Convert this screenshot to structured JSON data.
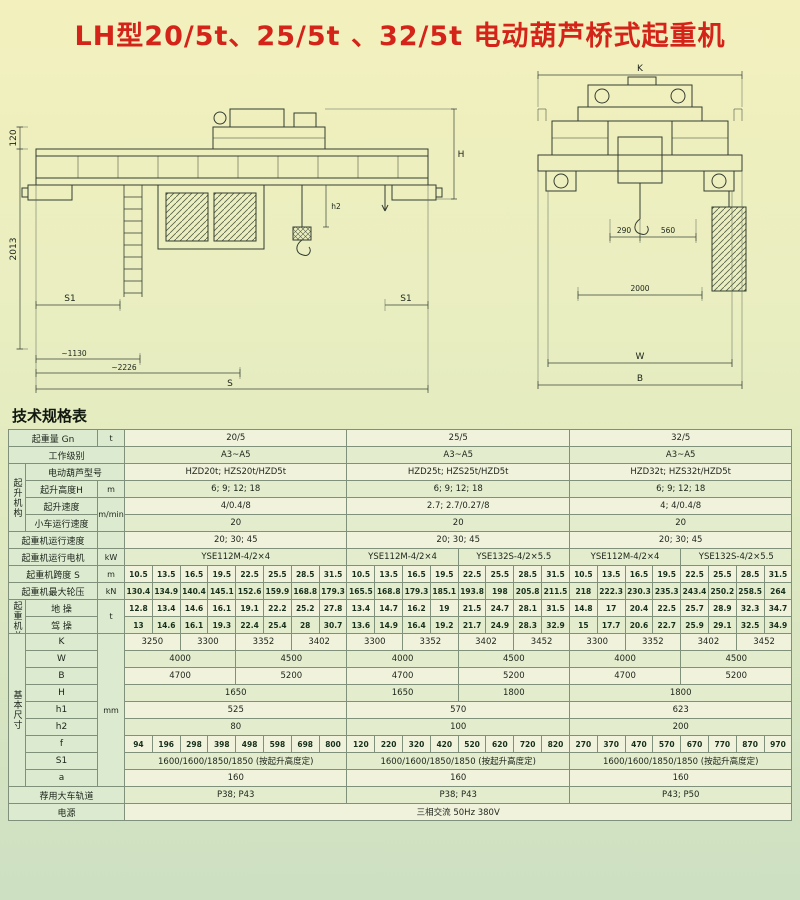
{
  "page": {
    "title": "LH型20/5t、25/5t 、32/5t 电动葫芦桥式起重机",
    "table_heading": "技术规格表"
  },
  "colors": {
    "title_red": "#d42318",
    "bg_top": "#f3f0bd",
    "bg_bottom": "#cde0c2",
    "table_border": "#7f917a",
    "cell_green": "#dcead0",
    "cell_cream": "#f0f2dc"
  },
  "drawings": {
    "left": {
      "d120": "120",
      "d2013": "2013",
      "s1": "S1",
      "h2": "h2",
      "a1130": "~1130",
      "a2226": "~2226",
      "s": "S",
      "h": "H"
    },
    "right": {
      "k": "K",
      "d290": "290",
      "d560": "560",
      "d2000": "2000",
      "w": "W",
      "b": "B"
    }
  },
  "table": {
    "rows": [
      [
        {
          "t": "起重量 Gn",
          "c": 2,
          "k": "l"
        },
        {
          "t": "t",
          "k": "u"
        },
        {
          "t": "20/5",
          "c": 8,
          "k": "v"
        },
        {
          "t": "25/5",
          "c": 8,
          "k": "v"
        },
        {
          "t": "32/5",
          "c": 8,
          "k": "v"
        }
      ],
      [
        {
          "t": "工作级别",
          "c": 3,
          "k": "l"
        },
        {
          "t": "A3~A5",
          "c": 8,
          "k": "v"
        },
        {
          "t": "A3~A5",
          "c": 8,
          "k": "v"
        },
        {
          "t": "A3~A5",
          "c": 8,
          "k": "v"
        }
      ],
      [
        {
          "t": "起升机构",
          "r": 4,
          "k": "g"
        },
        {
          "t": "电动葫芦型号",
          "c": 2,
          "k": "l"
        },
        {
          "t": "HZD20t; HZS20t/HZD5t",
          "c": 8,
          "k": "v"
        },
        {
          "t": "HZD25t; HZS25t/HZD5t",
          "c": 8,
          "k": "v"
        },
        {
          "t": "HZD32t; HZS32t/HZD5t",
          "c": 8,
          "k": "v"
        }
      ],
      [
        {
          "t": "起升高度H",
          "k": "l"
        },
        {
          "t": "m",
          "k": "u"
        },
        {
          "t": "6; 9; 12; 18",
          "c": 8,
          "k": "v"
        },
        {
          "t": "6; 9; 12; 18",
          "c": 8,
          "k": "v"
        },
        {
          "t": "6; 9; 12; 18",
          "c": 8,
          "k": "v"
        }
      ],
      [
        {
          "t": "起升速度",
          "k": "l"
        },
        {
          "t": "m/min",
          "r": 2,
          "k": "u"
        },
        {
          "t": "4/0.4/8",
          "c": 8,
          "k": "v"
        },
        {
          "t": "2.7; 2.7/0.27/8",
          "c": 8,
          "k": "v"
        },
        {
          "t": "4; 4/0.4/8",
          "c": 8,
          "k": "v"
        }
      ],
      [
        {
          "t": "小车运行速度",
          "k": "l"
        },
        {
          "t": "20",
          "c": 8,
          "k": "v"
        },
        {
          "t": "20",
          "c": 8,
          "k": "v"
        },
        {
          "t": "20",
          "c": 8,
          "k": "v"
        }
      ],
      [
        {
          "t": "起重机运行速度",
          "c": 2,
          "k": "l"
        },
        {
          "t": "",
          "k": "u"
        },
        {
          "t": "20; 30; 45",
          "c": 8,
          "k": "v"
        },
        {
          "t": "20; 30; 45",
          "c": 8,
          "k": "v"
        },
        {
          "t": "20; 30; 45",
          "c": 8,
          "k": "v"
        }
      ],
      [
        {
          "t": "起重机运行电机",
          "c": 2,
          "k": "l"
        },
        {
          "t": "kW",
          "k": "u"
        },
        {
          "t": "YSE112M-4/2×4",
          "c": 8,
          "k": "v"
        },
        {
          "t": "YSE112M-4/2×4",
          "c": 4,
          "k": "v"
        },
        {
          "t": "YSE132S-4/2×5.5",
          "c": 4,
          "k": "v"
        },
        {
          "t": "YSE112M-4/2×4",
          "c": 4,
          "k": "v"
        },
        {
          "t": "YSE132S-4/2×5.5",
          "c": 4,
          "k": "v"
        }
      ],
      [
        {
          "t": "起重机跨度 S",
          "c": 2,
          "k": "l"
        },
        {
          "t": "m",
          "k": "u"
        },
        {
          "t": "10.5"
        },
        {
          "t": "13.5"
        },
        {
          "t": "16.5"
        },
        {
          "t": "19.5"
        },
        {
          "t": "22.5"
        },
        {
          "t": "25.5"
        },
        {
          "t": "28.5"
        },
        {
          "t": "31.5"
        },
        {
          "t": "10.5"
        },
        {
          "t": "13.5"
        },
        {
          "t": "16.5"
        },
        {
          "t": "19.5"
        },
        {
          "t": "22.5"
        },
        {
          "t": "25.5"
        },
        {
          "t": "28.5"
        },
        {
          "t": "31.5"
        },
        {
          "t": "10.5"
        },
        {
          "t": "13.5"
        },
        {
          "t": "16.5"
        },
        {
          "t": "19.5"
        },
        {
          "t": "22.5"
        },
        {
          "t": "25.5"
        },
        {
          "t": "28.5"
        },
        {
          "t": "31.5"
        }
      ],
      [
        {
          "t": "起重机最大轮压",
          "c": 2,
          "k": "l"
        },
        {
          "t": "kN",
          "k": "u"
        },
        {
          "t": "130.4"
        },
        {
          "t": "134.9"
        },
        {
          "t": "140.4"
        },
        {
          "t": "145.1"
        },
        {
          "t": "152.6"
        },
        {
          "t": "159.9"
        },
        {
          "t": "168.8"
        },
        {
          "t": "179.3"
        },
        {
          "t": "165.5"
        },
        {
          "t": "168.8"
        },
        {
          "t": "179.3"
        },
        {
          "t": "185.1"
        },
        {
          "t": "193.8"
        },
        {
          "t": "198"
        },
        {
          "t": "205.8"
        },
        {
          "t": "211.5"
        },
        {
          "t": "218"
        },
        {
          "t": "222.3"
        },
        {
          "t": "230.3"
        },
        {
          "t": "235.3"
        },
        {
          "t": "243.4"
        },
        {
          "t": "250.2"
        },
        {
          "t": "258.5"
        },
        {
          "t": "264"
        }
      ],
      [
        {
          "t": "起重机总重",
          "r": 2,
          "k": "g"
        },
        {
          "t": "地 操",
          "k": "l"
        },
        {
          "t": "t",
          "r": 2,
          "k": "u"
        },
        {
          "t": "12.8"
        },
        {
          "t": "13.4"
        },
        {
          "t": "14.6"
        },
        {
          "t": "16.1"
        },
        {
          "t": "19.1"
        },
        {
          "t": "22.2"
        },
        {
          "t": "25.2"
        },
        {
          "t": "27.8"
        },
        {
          "t": "13.4"
        },
        {
          "t": "14.7"
        },
        {
          "t": "16.2"
        },
        {
          "t": "19"
        },
        {
          "t": "21.5"
        },
        {
          "t": "24.7"
        },
        {
          "t": "28.1"
        },
        {
          "t": "31.5"
        },
        {
          "t": "14.8"
        },
        {
          "t": "17"
        },
        {
          "t": "20.4"
        },
        {
          "t": "22.5"
        },
        {
          "t": "25.7"
        },
        {
          "t": "28.9"
        },
        {
          "t": "32.3"
        },
        {
          "t": "34.7"
        }
      ],
      [
        {
          "t": "驾 操",
          "k": "l"
        },
        {
          "t": "13"
        },
        {
          "t": "14.6"
        },
        {
          "t": "16.1"
        },
        {
          "t": "19.3"
        },
        {
          "t": "22.4"
        },
        {
          "t": "25.4"
        },
        {
          "t": "28"
        },
        {
          "t": "30.7"
        },
        {
          "t": "13.6"
        },
        {
          "t": "14.9"
        },
        {
          "t": "16.4"
        },
        {
          "t": "19.2"
        },
        {
          "t": "21.7"
        },
        {
          "t": "24.9"
        },
        {
          "t": "28.3"
        },
        {
          "t": "32.9"
        },
        {
          "t": "15"
        },
        {
          "t": "17.7"
        },
        {
          "t": "20.6"
        },
        {
          "t": "22.7"
        },
        {
          "t": "25.9"
        },
        {
          "t": "29.1"
        },
        {
          "t": "32.5"
        },
        {
          "t": "34.9"
        }
      ],
      [
        {
          "t": "基本尺寸",
          "r": 9,
          "k": "g"
        },
        {
          "t": "K",
          "k": "l"
        },
        {
          "t": "mm",
          "r": 9,
          "k": "u"
        },
        {
          "t": "3250",
          "c": 2,
          "k": "v"
        },
        {
          "t": "3300",
          "c": 2,
          "k": "v"
        },
        {
          "t": "3352",
          "c": 2,
          "k": "v"
        },
        {
          "t": "3402",
          "c": 2,
          "k": "v"
        },
        {
          "t": "3300",
          "c": 2,
          "k": "v"
        },
        {
          "t": "3352",
          "c": 2,
          "k": "v"
        },
        {
          "t": "3402",
          "c": 2,
          "k": "v"
        },
        {
          "t": "3452",
          "c": 2,
          "k": "v"
        },
        {
          "t": "3300",
          "c": 2,
          "k": "v"
        },
        {
          "t": "3352",
          "c": 2,
          "k": "v"
        },
        {
          "t": "3402",
          "c": 2,
          "k": "v"
        },
        {
          "t": "3452",
          "c": 2,
          "k": "v"
        }
      ],
      [
        {
          "t": "W",
          "k": "l"
        },
        {
          "t": "4000",
          "c": 4,
          "k": "v"
        },
        {
          "t": "4500",
          "c": 4,
          "k": "v"
        },
        {
          "t": "4000",
          "c": 4,
          "k": "v"
        },
        {
          "t": "4500",
          "c": 4,
          "k": "v"
        },
        {
          "t": "4000",
          "c": 4,
          "k": "v"
        },
        {
          "t": "4500",
          "c": 4,
          "k": "v"
        }
      ],
      [
        {
          "t": "B",
          "k": "l"
        },
        {
          "t": "4700",
          "c": 4,
          "k": "v"
        },
        {
          "t": "5200",
          "c": 4,
          "k": "v"
        },
        {
          "t": "4700",
          "c": 4,
          "k": "v"
        },
        {
          "t": "5200",
          "c": 4,
          "k": "v"
        },
        {
          "t": "4700",
          "c": 4,
          "k": "v"
        },
        {
          "t": "5200",
          "c": 4,
          "k": "v"
        }
      ],
      [
        {
          "t": "H",
          "k": "l"
        },
        {
          "t": "1650",
          "c": 8,
          "k": "v"
        },
        {
          "t": "1650",
          "c": 4,
          "k": "v"
        },
        {
          "t": "1800",
          "c": 4,
          "k": "v"
        },
        {
          "t": "1800",
          "c": 8,
          "k": "v"
        }
      ],
      [
        {
          "t": "h1",
          "k": "l"
        },
        {
          "t": "525",
          "c": 8,
          "k": "v"
        },
        {
          "t": "570",
          "c": 8,
          "k": "v"
        },
        {
          "t": "623",
          "c": 8,
          "k": "v"
        }
      ],
      [
        {
          "t": "h2",
          "k": "l"
        },
        {
          "t": "80",
          "c": 8,
          "k": "v"
        },
        {
          "t": "100",
          "c": 8,
          "k": "v"
        },
        {
          "t": "200",
          "c": 8,
          "k": "v"
        }
      ],
      [
        {
          "t": "f",
          "k": "l"
        },
        {
          "t": "94"
        },
        {
          "t": "196"
        },
        {
          "t": "298"
        },
        {
          "t": "398"
        },
        {
          "t": "498"
        },
        {
          "t": "598"
        },
        {
          "t": "698"
        },
        {
          "t": "800"
        },
        {
          "t": "120"
        },
        {
          "t": "220"
        },
        {
          "t": "320"
        },
        {
          "t": "420"
        },
        {
          "t": "520"
        },
        {
          "t": "620"
        },
        {
          "t": "720"
        },
        {
          "t": "820"
        },
        {
          "t": "270"
        },
        {
          "t": "370"
        },
        {
          "t": "470"
        },
        {
          "t": "570"
        },
        {
          "t": "670"
        },
        {
          "t": "770"
        },
        {
          "t": "870"
        },
        {
          "t": "970"
        }
      ],
      [
        {
          "t": "S1",
          "k": "l"
        },
        {
          "t": "1600/1600/1850/1850 (按起升高度定)",
          "c": 8,
          "k": "v"
        },
        {
          "t": "1600/1600/1850/1850 (按起升高度定)",
          "c": 8,
          "k": "v"
        },
        {
          "t": "1600/1600/1850/1850 (按起升高度定)",
          "c": 8,
          "k": "v"
        }
      ],
      [
        {
          "t": "a",
          "k": "l"
        },
        {
          "t": "160",
          "c": 8,
          "k": "v"
        },
        {
          "t": "160",
          "c": 8,
          "k": "v"
        },
        {
          "t": "160",
          "c": 8,
          "k": "v"
        }
      ],
      [
        {
          "t": "荐用大车轨道",
          "c": 3,
          "k": "l"
        },
        {
          "t": "P38; P43",
          "c": 8,
          "k": "v"
        },
        {
          "t": "P38; P43",
          "c": 8,
          "k": "v"
        },
        {
          "t": "P43; P50",
          "c": 8,
          "k": "v"
        }
      ],
      [
        {
          "t": "电源",
          "c": 3,
          "k": "l"
        },
        {
          "t": "三相交流  50Hz  380V",
          "c": 24,
          "k": "v"
        }
      ]
    ]
  }
}
